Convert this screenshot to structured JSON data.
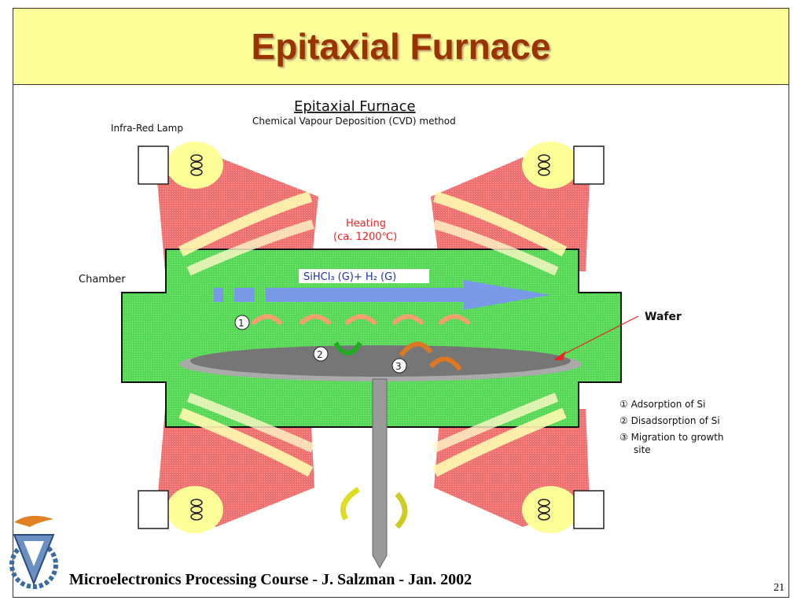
{
  "slide": {
    "title": "Epitaxial Furnace",
    "footer": "Microelectronics Processing Course - J. Salzman - Jan. 2002",
    "page_number": "21"
  },
  "diagram": {
    "heading": "Epitaxial Furnace",
    "subheading": "Chemical Vapour Deposition (CVD) method",
    "lamp_label": "Infra-Red Lamp",
    "chamber_label": "Chamber",
    "heating_label": "Heating",
    "heating_temp": "(ca. 1200℃)",
    "gas_label": "SiHCl₃ (G)+ H₂ (G)",
    "wafer_label": "Wafer",
    "markers": [
      "①",
      "②",
      "③"
    ],
    "legend": [
      "① Adsorption of Si",
      "② Disadsorption of Si",
      "③ Migration to growth",
      "site"
    ]
  },
  "colors": {
    "title_bg": "#ffff99",
    "title_text": "#993300",
    "chamber": "#55dd55",
    "heat_beam": "#f07878",
    "lamp_glow": "#ffff99",
    "wafer": "#777777",
    "gas_arrow": "#7799ee",
    "heating_text": "#ee2222"
  },
  "icons": [
    "infra-red-lamp-icon",
    "coil-icon",
    "curved-arrow-icon",
    "rotation-arrow-icon",
    "institute-logo-icon"
  ]
}
